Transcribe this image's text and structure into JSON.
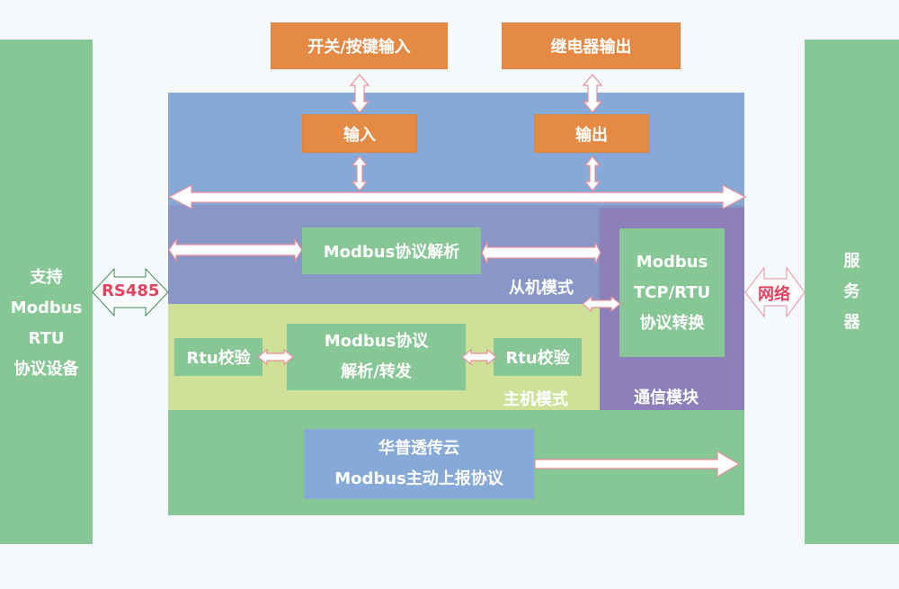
{
  "left_device": {
    "lines": [
      "支持",
      "Modbus",
      "RTU",
      "协议设备"
    ]
  },
  "left_link": {
    "label": "RS485"
  },
  "right_device": {
    "lines": [
      "服",
      "务",
      "器"
    ]
  },
  "right_link": {
    "label": "网络"
  },
  "top": {
    "switch_input": "开关/按键输入",
    "relay_output": "继电器输出",
    "input": "输入",
    "output": "输出"
  },
  "slave": {
    "parser": "Modbus协议解析",
    "label": "从机模式"
  },
  "master": {
    "rtu_check_left": "Rtu校验",
    "parser_lines": [
      "Modbus协议",
      "解析/转发"
    ],
    "rtu_check_right": "Rtu校验",
    "label": "主机模式"
  },
  "comm": {
    "converter_lines": [
      "Modbus",
      "TCP/RTU",
      "协议转换"
    ],
    "label": "通信模块"
  },
  "cloud": {
    "lines": [
      "华普透传云",
      "Modbus主动上报协议"
    ]
  },
  "colors": {
    "background": "#f5f9fe",
    "device_green": "#87c796",
    "orange": "#e58a45",
    "blue_band": "#86a9d8",
    "slave_band": "#8896c8",
    "master_band": "#cfe098",
    "comm_purple": "#8d7fba",
    "arrow_outline": "#e88e9a",
    "link_text": "#e5435d"
  }
}
